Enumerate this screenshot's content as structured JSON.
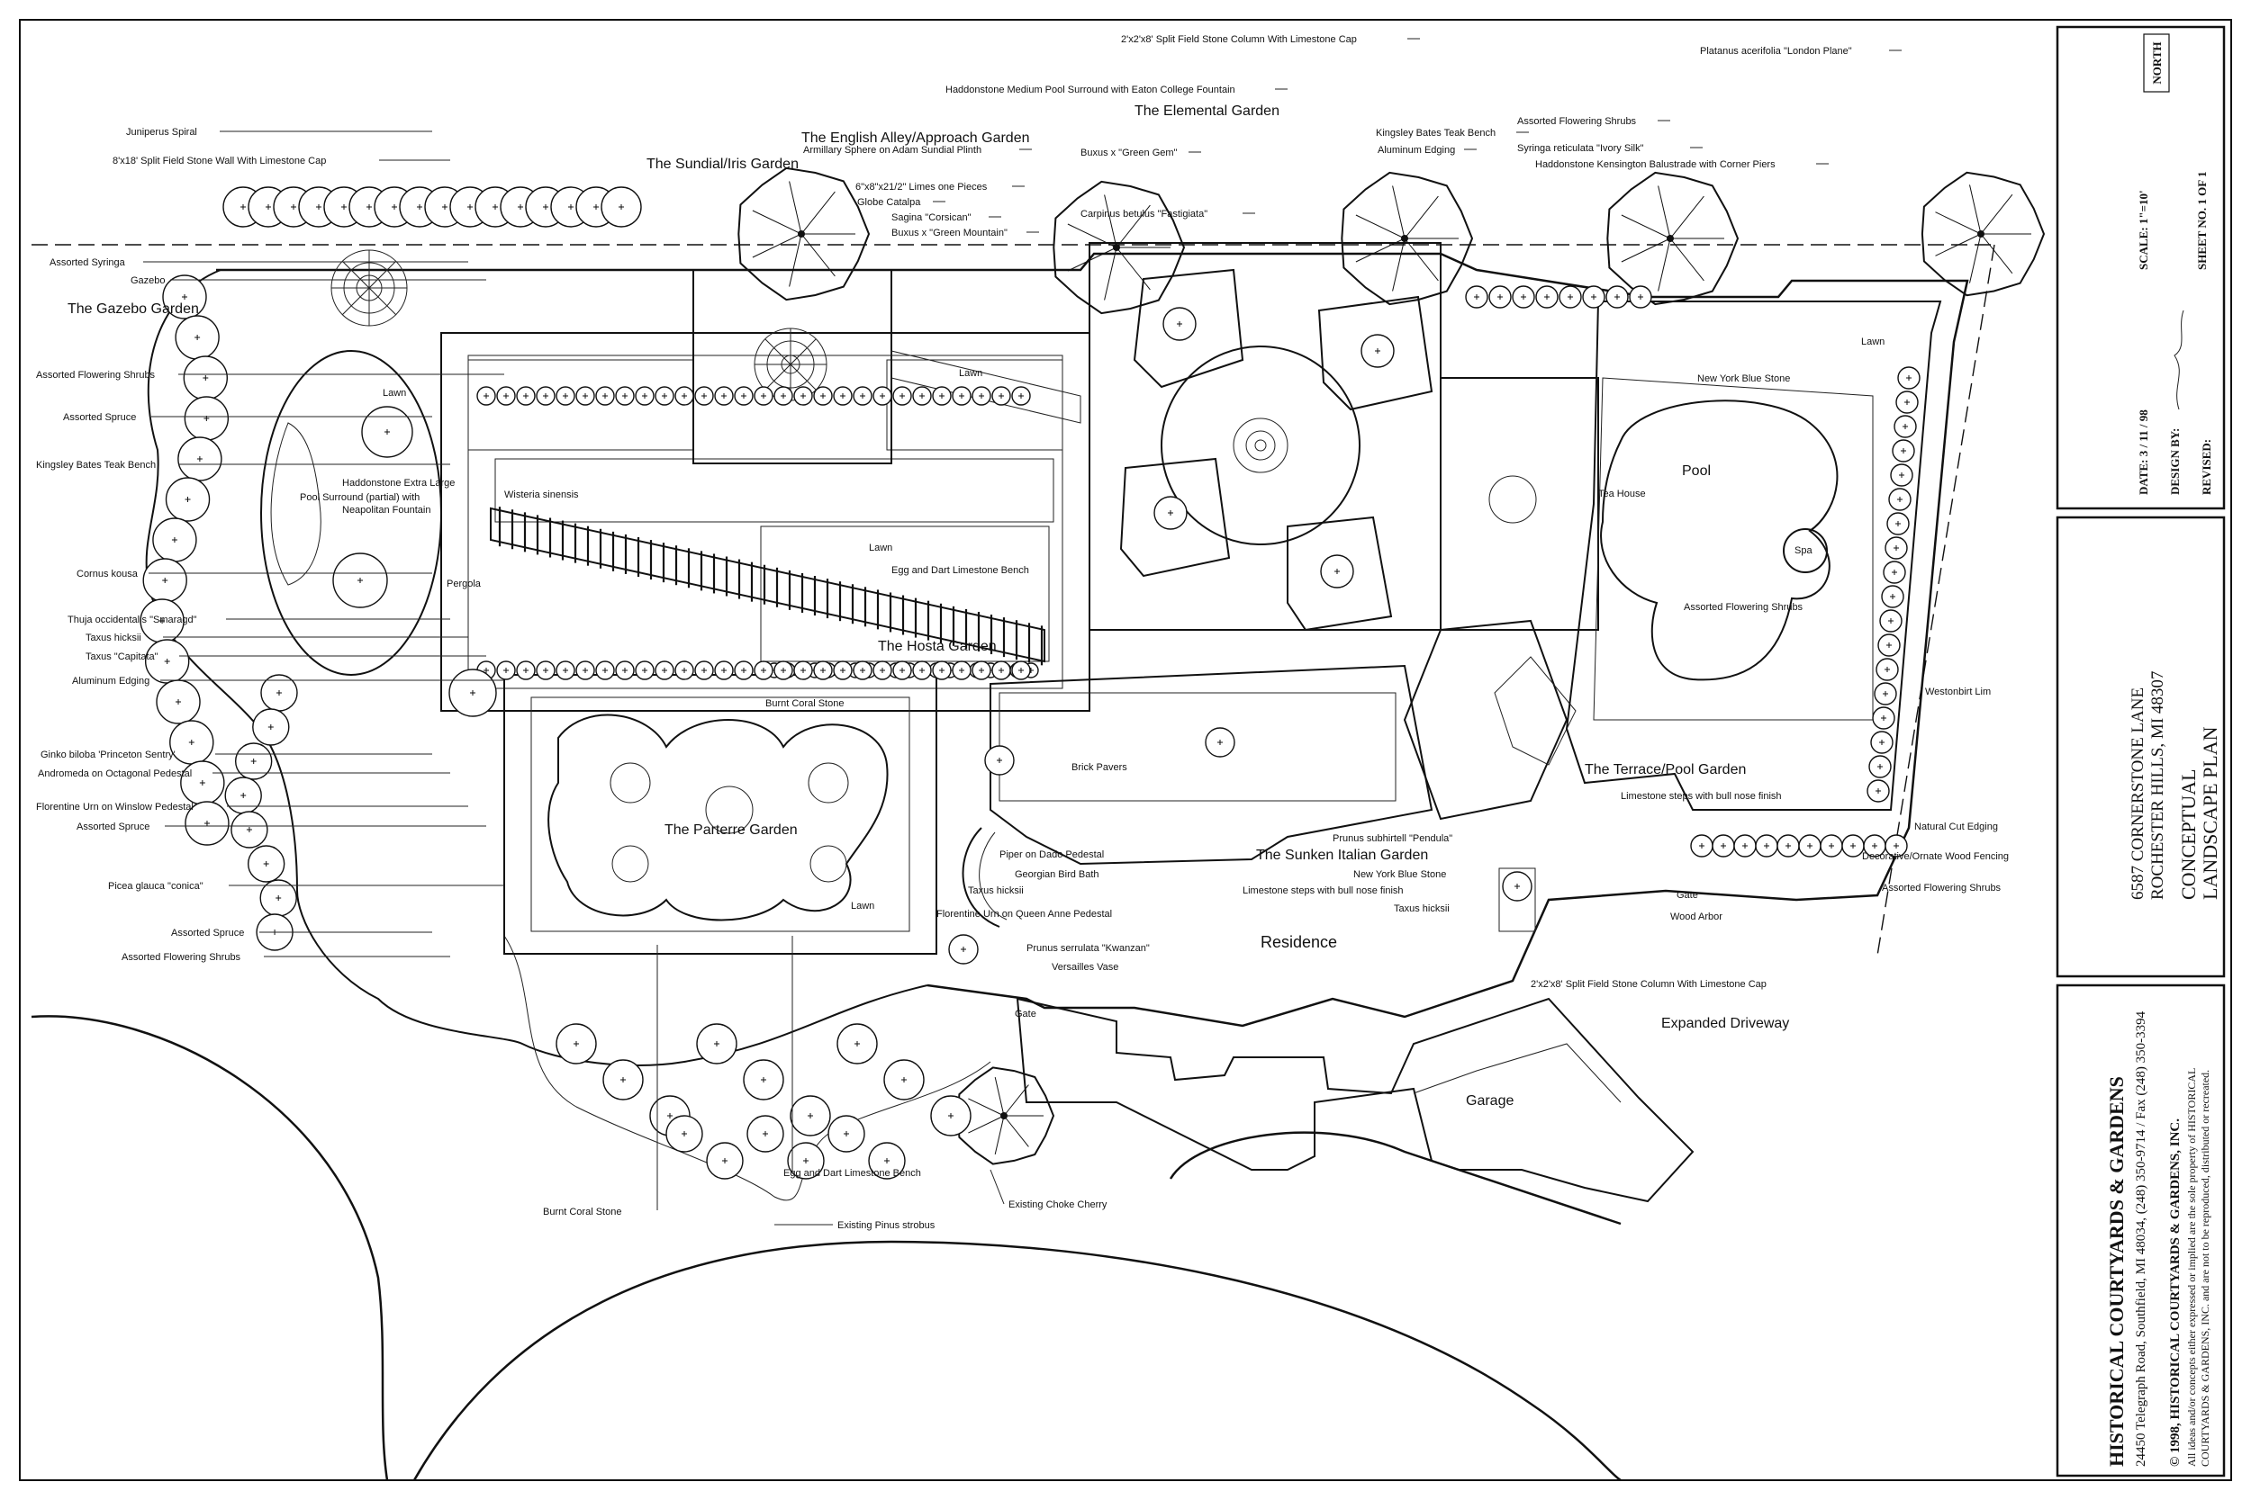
{
  "title_block": {
    "north": "NORTH",
    "scale": "SCALE: 1\"=10'",
    "sheet_no": "SHEET NO. 1 OF 1",
    "date": "DATE: 3 / 11 / 98",
    "design_by": "DESIGN BY:",
    "revised": "REVISED:",
    "address_line1": "6587 CORNERSTONE LANE",
    "address_line2": "ROCHESTER HILLS, MI 48307",
    "plan_title_line1": "CONCEPTUAL",
    "plan_title_line2": "LANDSCAPE PLAN",
    "company_name": "HISTORICAL COURTYARDS & GARDENS",
    "company_address": "24450 Telegraph Road, Southfield, MI 48034,    (248) 350-9714 / Fax (248) 350-3394",
    "copyright_line1": "© 1998, HISTORICAL COURTYARDS & GARDENS, INC.",
    "copyright_line2": "All ideas and/or concepts either expressed or implied are the sole property of HISTORICAL",
    "copyright_line3": "COURTYARDS & GARDENS, INC. and are not to be reproduced, distributed or recreated."
  },
  "garden_labels": {
    "gazebo_garden": "The Gazebo Garden",
    "sundial_garden": "The Sundial/Iris Garden",
    "english_alley": "The English Alley/Approach Garden",
    "elemental": "The Elemental Garden",
    "hosta": "The Hosta Garden",
    "parterre": "The Parterre Garden",
    "sunken": "The Sunken Italian Garden",
    "terrace": "The Terrace/Pool Garden",
    "residence": "Residence",
    "garage": "Garage",
    "driveway": "Expanded Driveway",
    "pool": "Pool",
    "spa": "Spa",
    "tea_house": "Tea House",
    "lawn_a": "Lawn",
    "lawn_b": "Lawn",
    "lawn_c": "Lawn",
    "lawn_d": "Lawn",
    "lawn_e": "Lawn",
    "brick_pavers": "Brick Pavers",
    "pergola": "Pergola",
    "wisteria": "Wisteria sinensis",
    "new_york_blue_stone_a": "New York Blue Stone",
    "new_york_blue_stone_b": "New York Blue Stone",
    "westonbirt": "Westonbirt Lim",
    "gate_a": "Gate",
    "gate_b": "Gate"
  },
  "callouts_left": [
    "Juniperus Spiral",
    "8'x18' Split Field Stone Wall With Limestone Cap",
    "Assorted Syringa",
    "Gazebo",
    "Assorted Flowering Shrubs",
    "Assorted Spruce",
    "Kingsley Bates Teak Bench",
    "Haddonstone Extra Large",
    "Pool Surround (partial) with",
    "Neapolitan Fountain",
    "Cornus kousa",
    "Thuja occidentalis \"Smaragd\"",
    "Taxus hicksii",
    "Taxus \"Capitata\"",
    "Aluminum Edging",
    "Ginko biloba 'Princeton Sentry'",
    "Andromeda on Octagonal Pedestal",
    "Florentine Urn on Winslow Pedestal",
    "Assorted Spruce",
    "Picea glauca \"conica\"",
    "Assorted Spruce",
    "Assorted Flowering Shrubs"
  ],
  "callouts_top": [
    "2'x2'x8' Split Field Stone Column With Limestone Cap",
    "Haddonstone Medium Pool Surround with Eaton College Fountain",
    "Armillary Sphere on Adam Sundial Plinth",
    "6\"x8\"x21/2\" Limes one Pieces",
    "Globe Catalpa",
    "Sagina \"Corsican\"",
    "Buxus x \"Green Mountain\"",
    "Buxus x \"Green Gem\"",
    "Carpinus betulus \"Fastigiata\"",
    "Kingsley Bates Teak Bench",
    "Aluminum Edging",
    "Assorted Flowering Shrubs",
    "Syringa reticulata \"Ivory Silk\"",
    "Haddonstone Kensington Balustrade with Corner Piers",
    "Platanus acerifolia \"London Plane\""
  ],
  "callouts_center": [
    "Egg and Dart Limestone Bench",
    "Burnt Coral Stone",
    "Piper on Dado Pedestal",
    "Georgian Bird Bath",
    "Taxus hicksii",
    "Florentine Urn on Queen Anne Pedestal",
    "Prunus serrulata \"Kwanzan\"",
    "Versailles Vase",
    "Limestone steps with bull nose finish",
    "Prunus subhirtell \"Pendula\"",
    "Taxus hicksii",
    "Limestone steps with bull nose finish",
    "Assorted Flowering Shrubs"
  ],
  "callouts_right": [
    "Natural Cut Edging",
    "Decorative/Ornate Wood Fencing",
    "Assorted Flowering Shrubs",
    "Wood Arbor",
    "2'x2'x8' Split Field Stone Column With Limestone Cap"
  ],
  "callouts_bottom": [
    "Burnt Coral Stone",
    "Egg and Dart Limestone Bench",
    "Existing Pinus strobus",
    "Existing Choke Cherry"
  ]
}
